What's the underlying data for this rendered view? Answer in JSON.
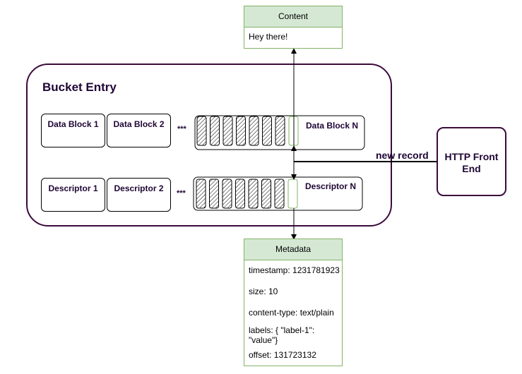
{
  "bucket": {
    "title": "Bucket Entry",
    "data_blocks": [
      "Data Block 1",
      "Data Block 2",
      "Data Block N"
    ],
    "descriptors": [
      "Descriptor 1",
      "Descriptor 2",
      "Descriptor N"
    ],
    "ellipsis": "***"
  },
  "content": {
    "header": "Content",
    "body": "Hey there!"
  },
  "http": {
    "label": "HTTP Front End",
    "edge_label": "new record"
  },
  "metadata": {
    "header": "Metadata",
    "rows": [
      "timestamp: 1231781923",
      "size: 10",
      "content-type: text/plain",
      "labels: { \"label-1\": \"value\"}",
      "offset: 131723132"
    ]
  },
  "colors": {
    "bucket_border": "#3b0b3b",
    "green_fill": "#d5e8d4",
    "green_border": "#82b366",
    "text": "#1f0635"
  }
}
